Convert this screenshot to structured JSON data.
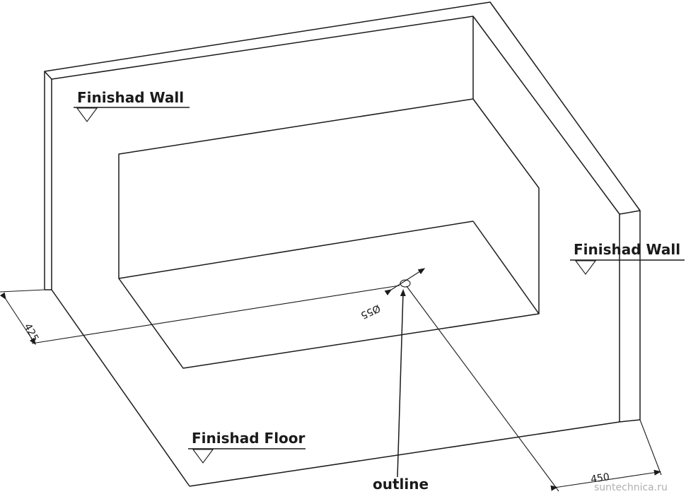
{
  "labels": {
    "wall_left": "Finishad Wall",
    "wall_right": "Finishad Wall",
    "floor": "Finishad Floor",
    "outline": "outline"
  },
  "dimensions": {
    "wall_distance": "425",
    "side_distance": "450",
    "drain_diameter": "Ø55"
  },
  "watermark": "suntechnica.ru"
}
